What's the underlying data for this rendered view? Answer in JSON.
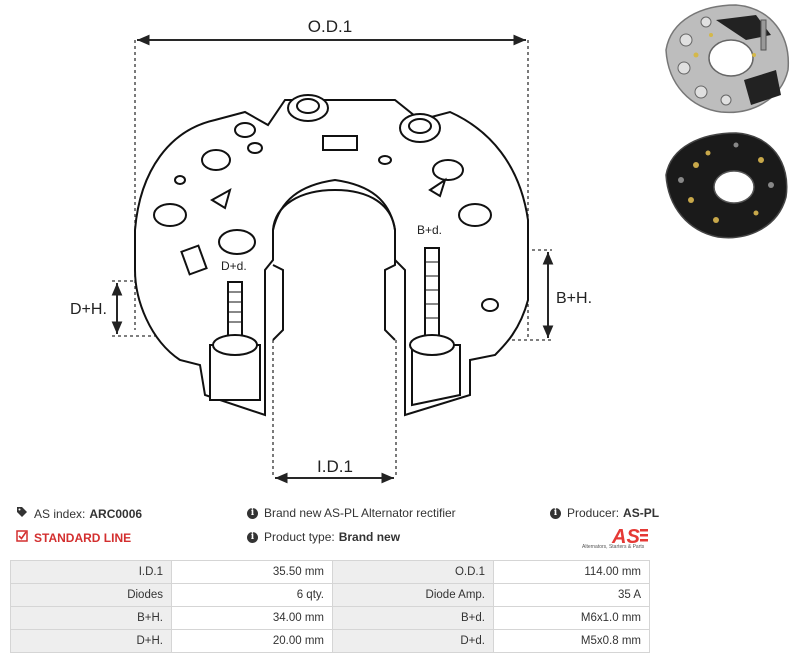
{
  "diagram": {
    "od_label": "O.D.1",
    "id_label": "I.D.1",
    "dh_label": "D+H.",
    "bh_label": "B+H.",
    "dd_label": "D+d.",
    "bd_label": "B+d."
  },
  "info": {
    "as_index_label": "AS index:",
    "as_index_value": "ARC0006",
    "standard_line": "STANDARD LINE",
    "description": "Brand new AS-PL Alternator rectifier",
    "product_type_label": "Product type:",
    "product_type_value": "Brand new",
    "producer_label": "Producer:",
    "producer_value": "AS-PL"
  },
  "logo": {
    "text": "AS",
    "tagline": "Alternators, Starters & Parts",
    "color": "#e53935"
  },
  "specs": [
    {
      "l1": "I.D.1",
      "v1": "35.50 mm",
      "l2": "O.D.1",
      "v2": "114.00 mm"
    },
    {
      "l1": "Diodes",
      "v1": "6 qty.",
      "l2": "Diode Amp.",
      "v2": "35 A"
    },
    {
      "l1": "B+H.",
      "v1": "34.00 mm",
      "l2": "B+d.",
      "v2": "M6x1.0 mm"
    },
    {
      "l1": "D+H.",
      "v1": "20.00 mm",
      "l2": "D+d.",
      "v2": "M5x0.8 mm"
    }
  ]
}
